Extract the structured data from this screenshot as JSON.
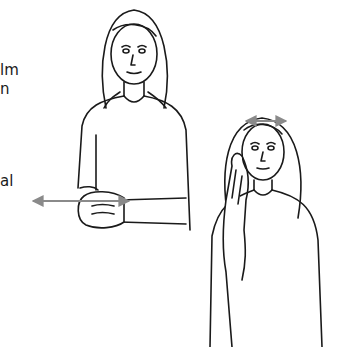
{
  "diagram": {
    "labels": [
      "lm",
      "n",
      "al"
    ]
  }
}
